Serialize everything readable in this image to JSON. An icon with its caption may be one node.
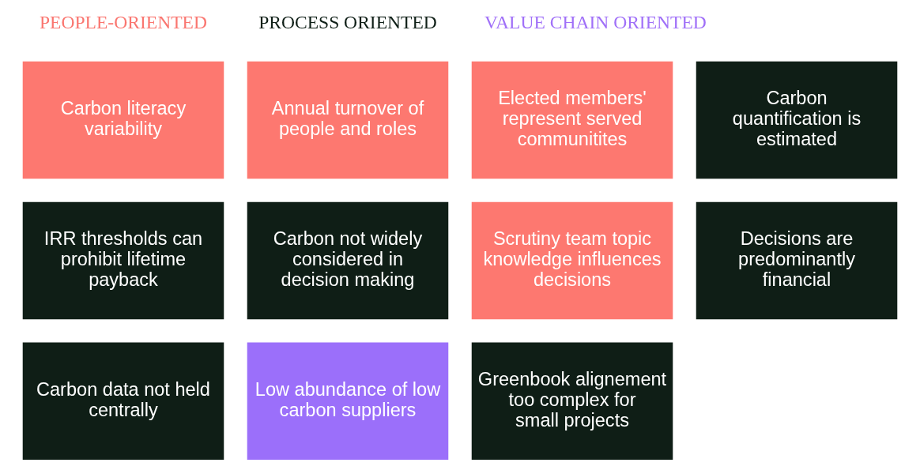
{
  "diagram": {
    "nodes": [
      {
        "text": [
          "Carbon literacy variability"
        ]
      },
      {
        "text": [
          "Annual turnover of people and roles"
        ]
      },
      {
        "text": [
          "Elected members' represent served communitites"
        ]
      },
      {
        "text": [
          "Carbon quantification is estimated"
        ]
      },
      {
        "text": [
          "IRR thresholds can prohibit lifetime payback"
        ]
      },
      {
        "text": [
          "Carbon not widely considered in decision making"
        ]
      },
      {
        "text": [
          "Scrutiny team topic knowledge influences decisions"
        ]
      },
      {
        "text": [
          "Decisions are predominantly financial"
        ]
      },
      {
        "text": [
          "Carbon data not held centrally"
        ]
      },
      {
        "text": [
          "Low abundance of low carbon suppliers"
        ]
      },
      {
        "text": [
          "Greenbook alignement too complex for small projects"
        ]
      }
    ],
    "edges": [],
    "legend": [
      {
        "text": "PEOPLE-ORIENTED",
        "color": "#fa7670"
      },
      {
        "text": "PROCESS ORIENTED",
        "color": "#0f1f17"
      },
      {
        "text": "VALUE CHAIN ORIENTED",
        "color": "#a070f8"
      }
    ]
  }
}
